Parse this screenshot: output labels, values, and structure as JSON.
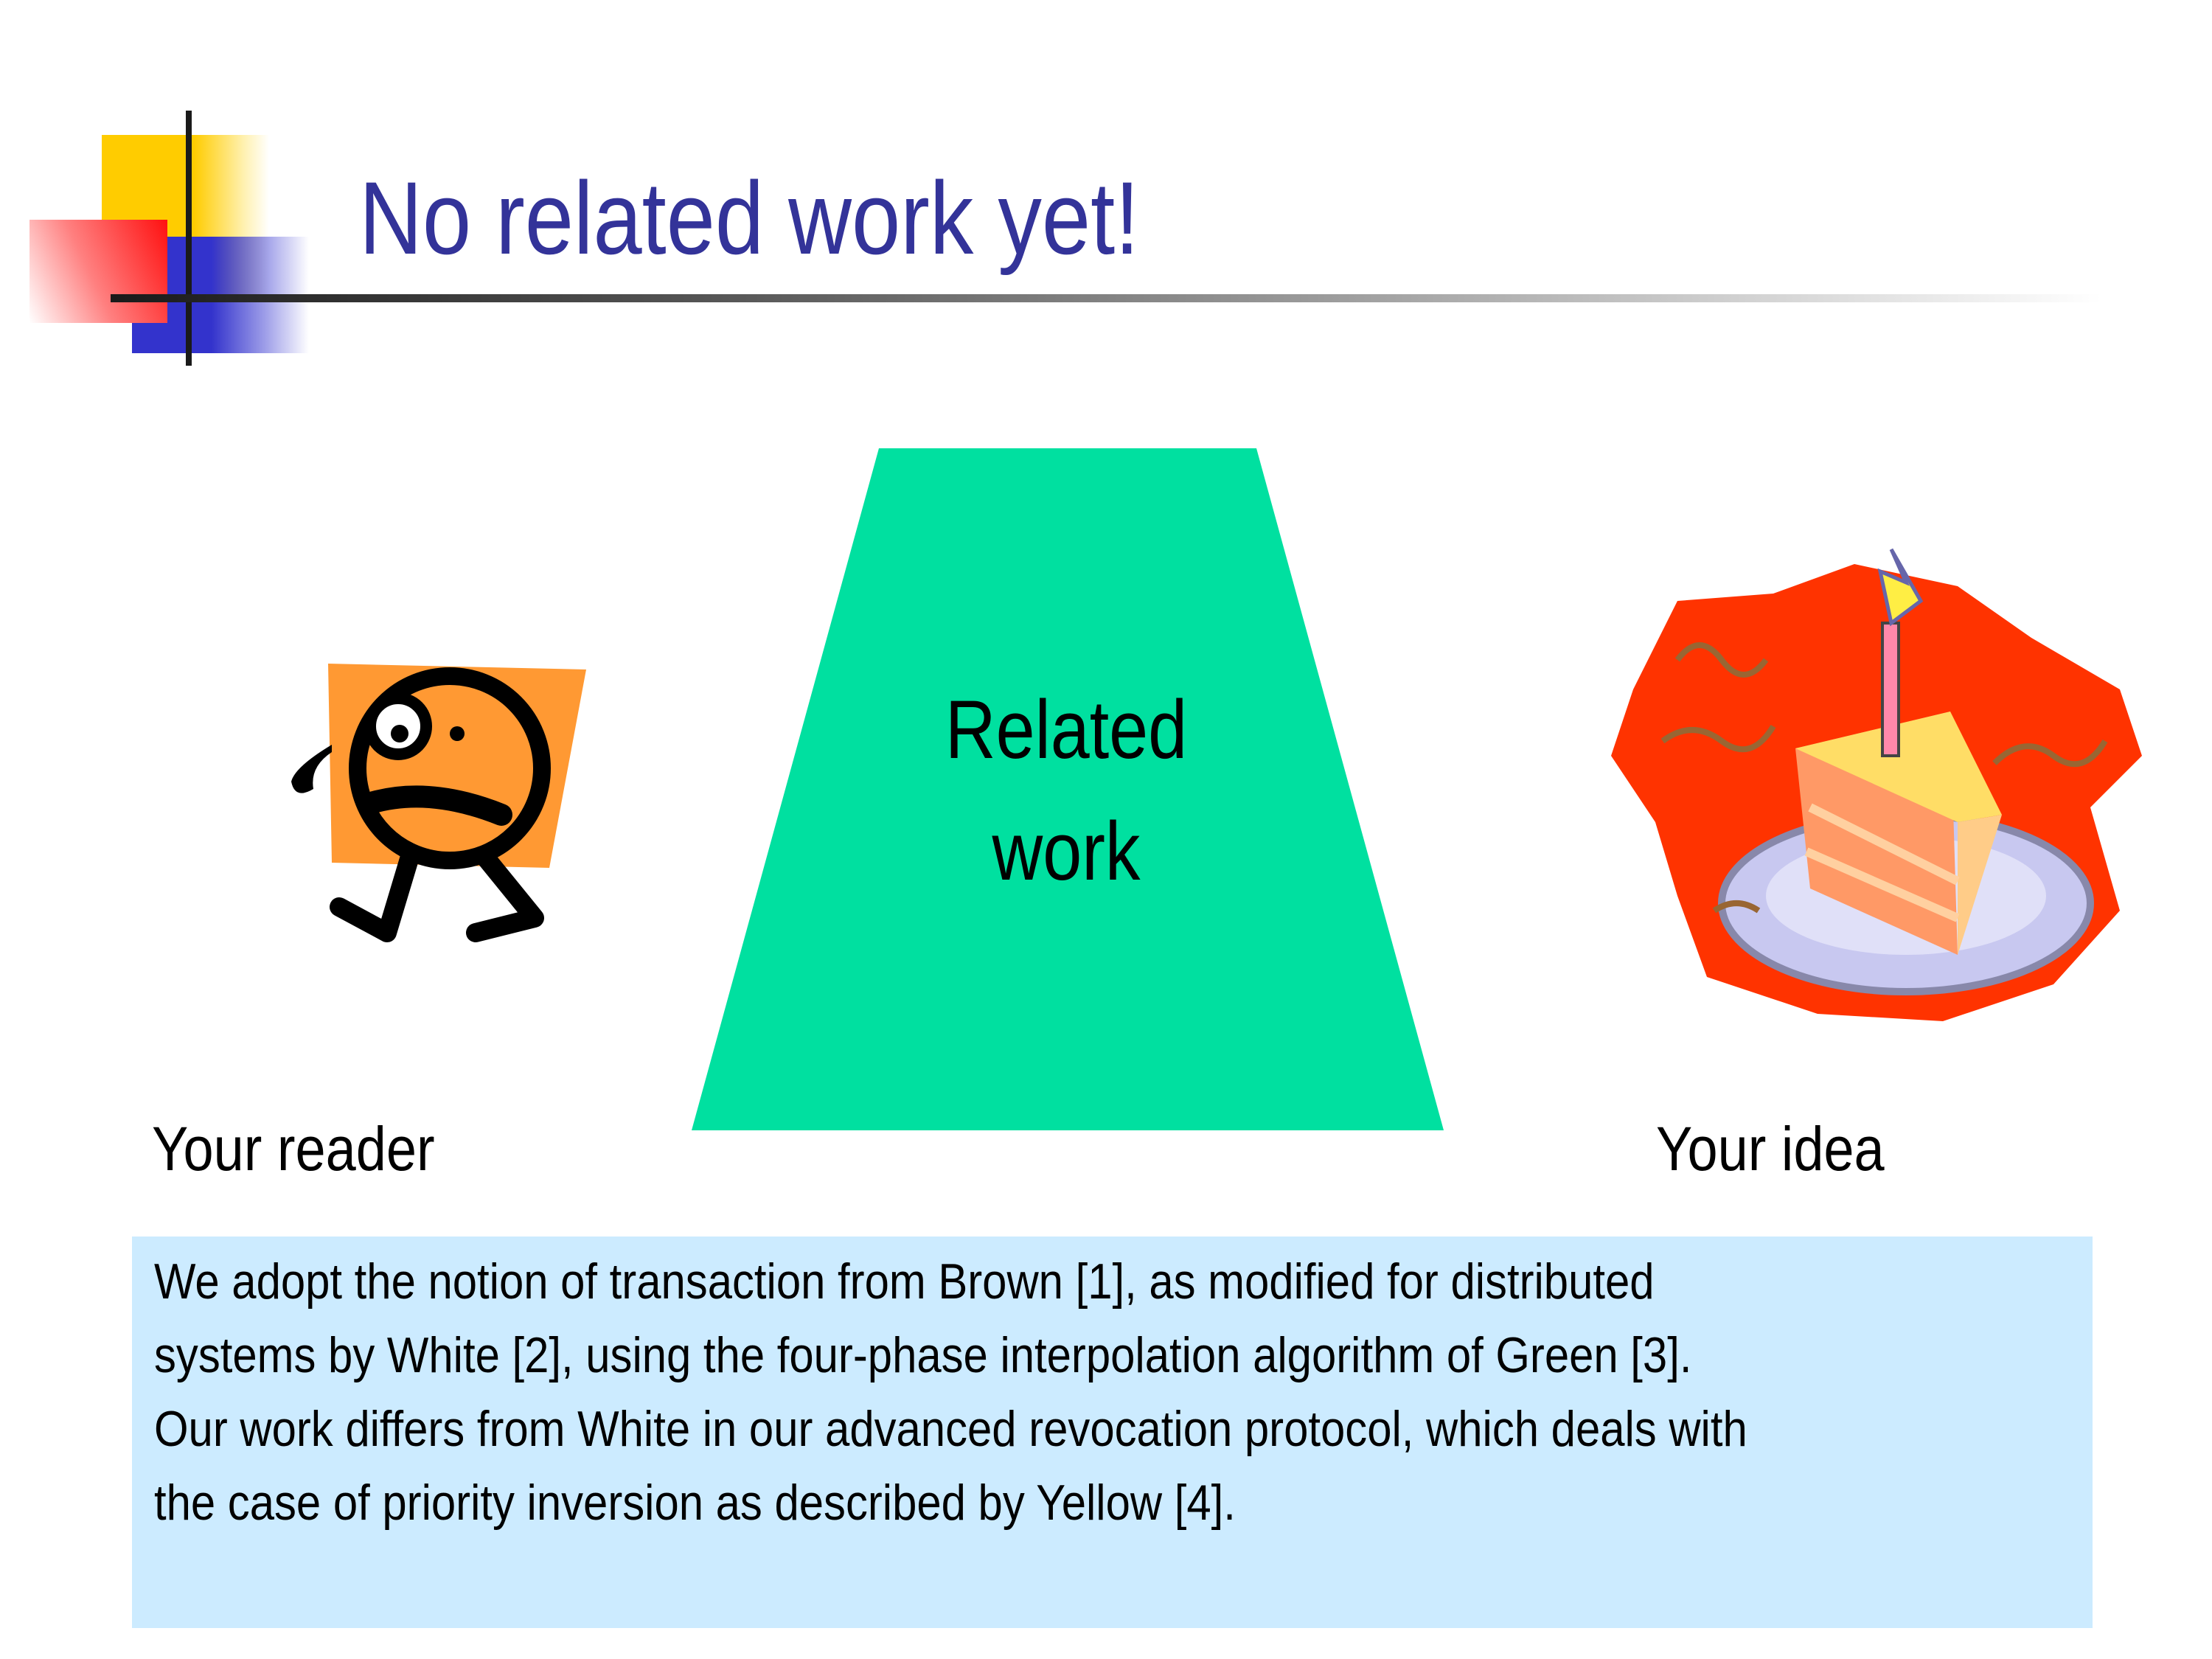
{
  "slide": {
    "title": "No related work yet!",
    "center_shape_label_line1": "Related",
    "center_shape_label_line2": "work",
    "left_caption": "Your reader",
    "right_caption": "Your idea",
    "body_lines": [
      "We adopt the notion of transaction from Brown [1], as modified for distributed",
      "systems by White [2], using the four-phase interpolation algorithm of Green [3].",
      "Our work differs from White in our advanced revocation protocol, which deals with",
      "the case of priority inversion as described by Yellow [4]."
    ]
  },
  "colors": {
    "title": "#333399",
    "trapezoid": "#00E0A0",
    "text_box": "#CCEBFF",
    "accent_yellow": "#FFCC00",
    "accent_blue": "#3333CC",
    "accent_red": "#FF1010"
  }
}
